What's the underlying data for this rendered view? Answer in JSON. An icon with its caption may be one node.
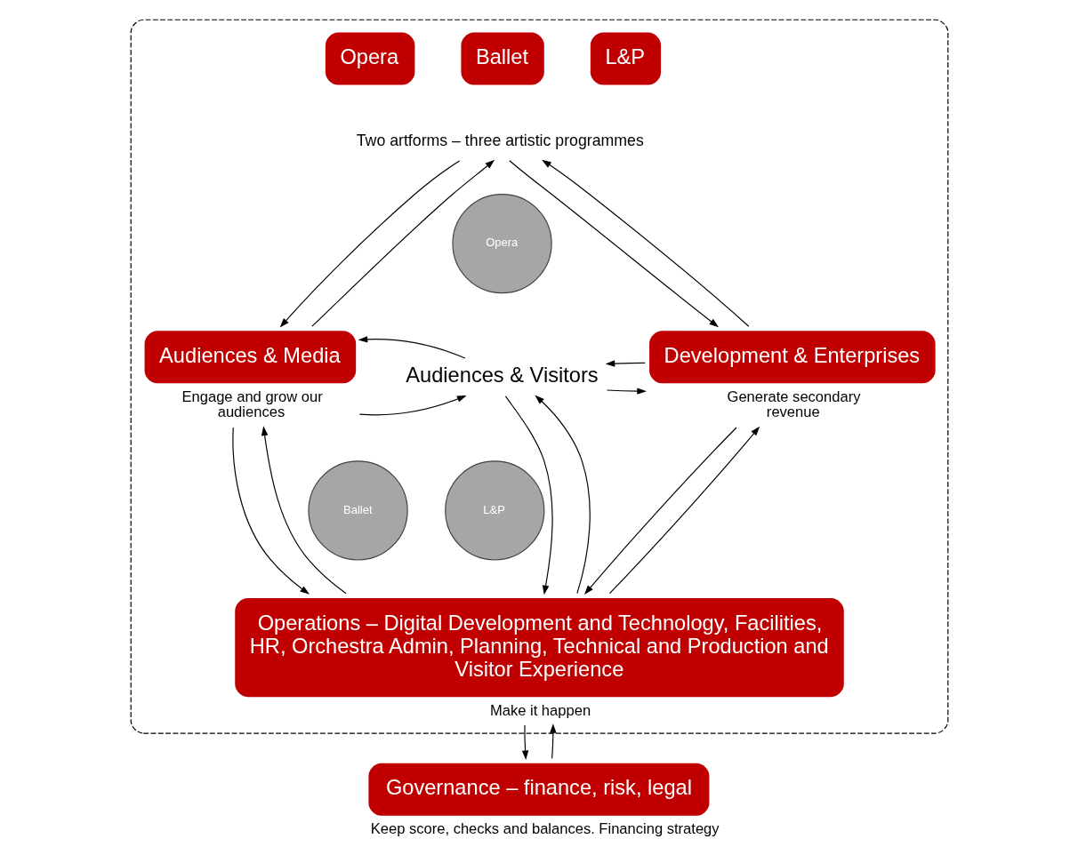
{
  "diagram": {
    "nodes": [
      {
        "text": [],
        "shape": "box"
      },
      {
        "text": [
          "Opera"
        ],
        "in": 0
      },
      {
        "text": [
          "Ballet"
        ],
        "in": 0
      },
      {
        "text": [
          "L&P"
        ],
        "in": 0
      },
      {
        "text": [
          "Two artforms – three artistic programmes"
        ],
        "in": 0
      },
      {
        "text": [
          "Audiences & Media"
        ],
        "beside": [
          "Engage and grow our audiences"
        ],
        "in": 0
      },
      {
        "text": [
          "Opera"
        ],
        "in": 0
      },
      {
        "text": [
          "Ballet"
        ],
        "in": 0
      },
      {
        "text": [
          "L&P"
        ],
        "in": 0
      },
      {
        "text": [
          "Audiences & Visitors"
        ],
        "in": 0
      },
      {
        "text": [
          "Development & Enterprises"
        ],
        "beside": [
          "Generate secondary revenue"
        ],
        "in": 0
      },
      {
        "text": [
          "Operations – Digital Development and Technology, Facilities, HR, Orchestra Admin, Planning, Technical and Production and Visitor Experience"
        ],
        "beside": [
          "Make it happen"
        ],
        "in": 0
      },
      {
        "text": [
          "Governance – finance, risk, legal"
        ],
        "beside": [
          "Keep score, checks and balances. Financing strategy"
        ]
      }
    ],
    "edges": [
      {
        "from": 5,
        "to": 4,
        "arrow": "to"
      },
      {
        "from": 4,
        "to": 5,
        "arrow": "to"
      },
      {
        "from": 4,
        "to": 10,
        "arrow": "to"
      },
      {
        "from": 10,
        "to": 4,
        "arrow": "to"
      },
      {
        "from": 5,
        "to": 9,
        "arrow": "to"
      },
      {
        "from": 9,
        "to": 5,
        "arrow": "to"
      },
      {
        "from": 9,
        "to": 10,
        "arrow": "to"
      },
      {
        "from": 10,
        "to": 9,
        "arrow": "to"
      },
      {
        "from": 5,
        "to": 11,
        "arrow": "to"
      },
      {
        "from": 11,
        "to": 5,
        "arrow": "to"
      },
      {
        "from": 9,
        "to": 11,
        "arrow": "to"
      },
      {
        "from": 11,
        "to": 9,
        "arrow": "to"
      },
      {
        "from": 10,
        "to": 11,
        "arrow": "to"
      },
      {
        "from": 11,
        "to": 10,
        "arrow": "to"
      },
      {
        "from": 11,
        "to": 12,
        "arrow": "to"
      },
      {
        "from": 12,
        "to": 11,
        "arrow": "to"
      }
    ]
  }
}
